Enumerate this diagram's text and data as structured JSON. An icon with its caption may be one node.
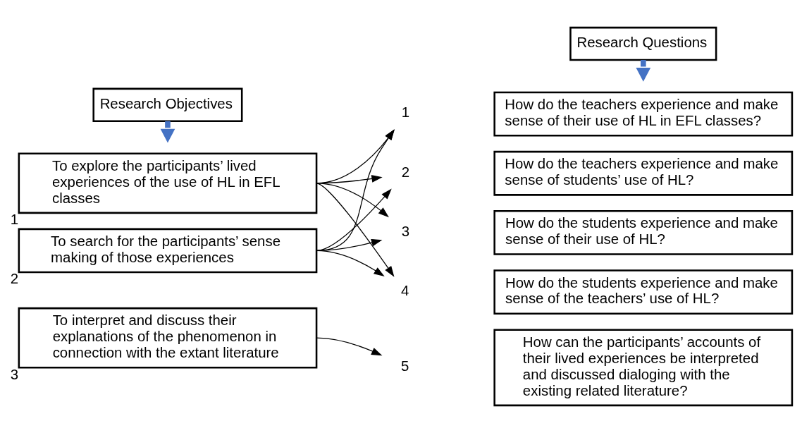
{
  "diagram": {
    "nodes": [
      {
        "text": [
          "Research Objectives"
        ]
      },
      {
        "text": [
          "Research Questions"
        ]
      },
      {
        "text": [
          "To explore the participants’ lived experiences of the use of HL in EFL classes"
        ],
        "beside": [
          "1"
        ]
      },
      {
        "text": [
          "To search for the participants’ sense making of those experiences"
        ],
        "beside": [
          "2"
        ]
      },
      {
        "text": [
          "To interpret and discuss their explanations of the phenomenon in connection with the extant literature"
        ],
        "beside": [
          "3"
        ]
      },
      {
        "text": [
          "1"
        ]
      },
      {
        "text": [
          "How do the teachers experience and make sense of their use of HL in EFL classes?"
        ]
      },
      {
        "text": [
          "2"
        ]
      },
      {
        "text": [
          "How do the teachers experience and make sense of students’ use of HL?"
        ]
      },
      {
        "text": [
          "3"
        ]
      },
      {
        "text": [
          "How do the students experience and make sense of their use of HL?"
        ]
      },
      {
        "text": [
          "4"
        ]
      },
      {
        "text": [
          "How do the students experience and make sense of the teachers’ use of HL?"
        ]
      },
      {
        "text": [
          "5"
        ]
      },
      {
        "text": [
          "How can the participants’ accounts of their lived experiences be interpreted and discussed dialoging with the existing related literature?"
        ]
      }
    ],
    "edges": [
      {
        "from": 0,
        "to": null,
        "arrow": "to",
        "style": "thick",
        "color": "#4472c4"
      },
      {
        "from": 1,
        "to": null,
        "arrow": "to",
        "style": "thick",
        "color": "#4472c4"
      },
      {
        "from": 2,
        "to": 5,
        "arrow": "to"
      },
      {
        "from": 2,
        "to": 7,
        "arrow": "to"
      },
      {
        "from": 2,
        "to": 9,
        "arrow": "to"
      },
      {
        "from": 2,
        "to": 11,
        "arrow": "to"
      },
      {
        "from": 3,
        "to": 5,
        "arrow": "to"
      },
      {
        "from": 3,
        "to": 7,
        "arrow": "to"
      },
      {
        "from": 3,
        "to": 9,
        "arrow": "to"
      },
      {
        "from": 3,
        "to": 11,
        "arrow": "to"
      },
      {
        "from": 4,
        "to": 13,
        "arrow": "to"
      }
    ]
  }
}
